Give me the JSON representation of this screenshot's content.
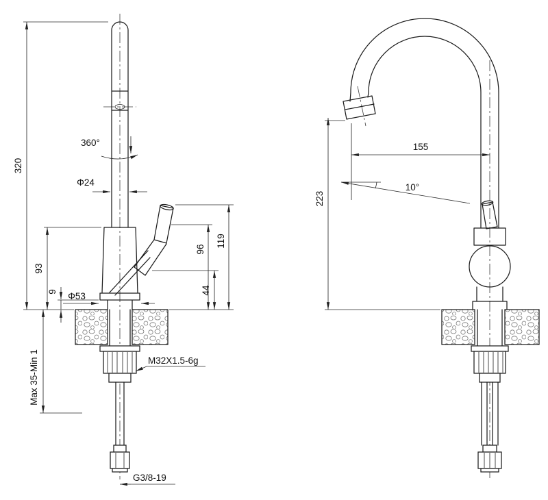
{
  "drawing": {
    "front": {
      "name": "front-view",
      "labels": {
        "total_height": "320",
        "swivel_angle": "360°",
        "spout_diameter": "Φ24",
        "body_height": "93",
        "base_step": "9",
        "base_diameter": "Φ53",
        "handle_mid_height": "96",
        "handle_top_height": "119",
        "cartridge_height": "44",
        "mount_thickness": "Max 35-Min 1",
        "mount_thread": "M32X1.5-6g",
        "hose_thread": "G3/8-19"
      }
    },
    "side": {
      "name": "side-view",
      "labels": {
        "spout_reach": "155",
        "spout_angle": "10°",
        "spout_height": "223"
      }
    }
  }
}
